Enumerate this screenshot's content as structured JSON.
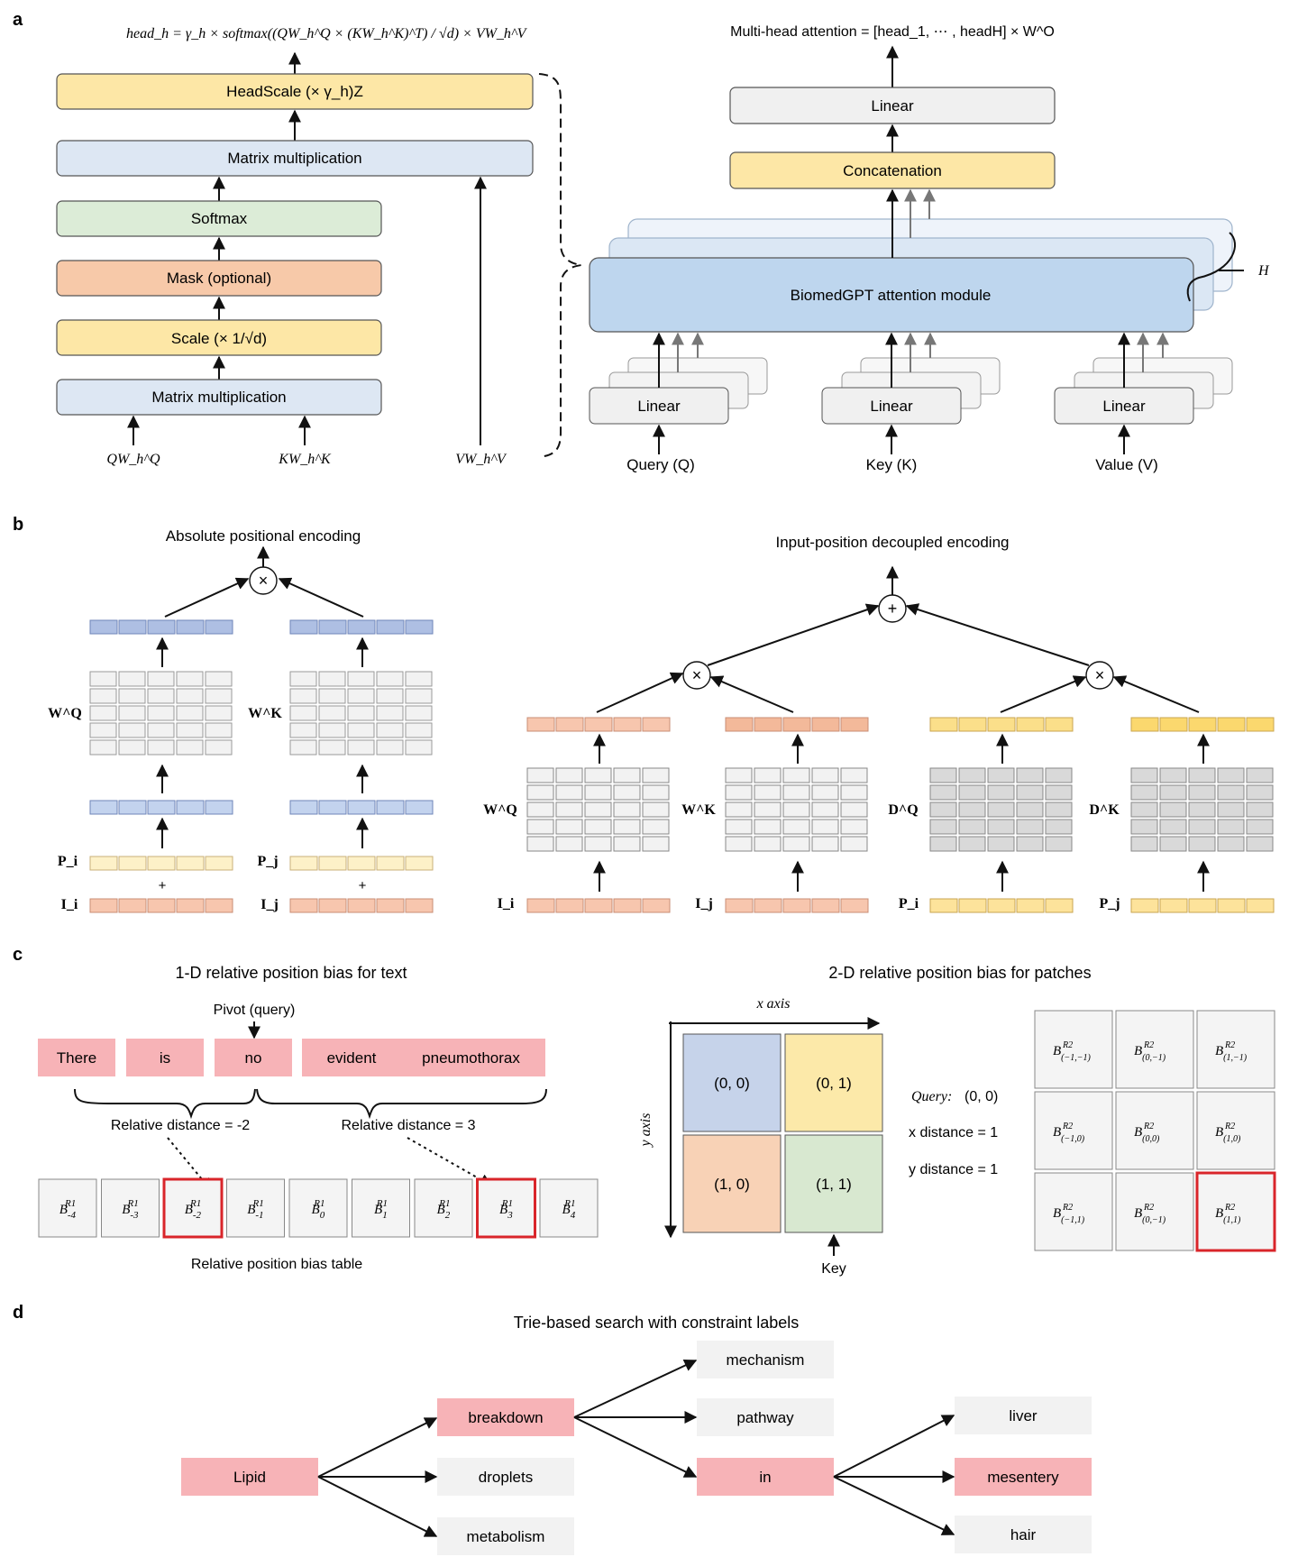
{
  "panels": {
    "a": "a",
    "b": "b",
    "c": "c",
    "d": "d"
  },
  "colors": {
    "yellow": "#fde7a6",
    "blue_light": "#dde7f3",
    "green": "#dcecd7",
    "salmon": "#f7c9a9",
    "gray_box": "#f0f0f0",
    "attn_blue": "#bed6ee",
    "pink": "#f7b3b7",
    "red_highlight": "#d9252a",
    "vec_blue": "#aebfe3",
    "vec_pale_yellow": "#fdf1c8",
    "vec_salmon": "#f7c6ae",
    "vec_yellow": "#fbdf8a",
    "quad_blue": "#c6d3ea",
    "quad_yellow": "#fce9a9",
    "quad_salmon": "#f8d2b6",
    "quad_green": "#d8e8d0"
  },
  "a": {
    "formula_head": "head_h = γ_h × softmax((QW_h^Q × (KW_h^K)^T) / √d) × VW_h^V",
    "headscale": "HeadScale (× γ_h)Z",
    "matmul_top": "Matrix multiplication",
    "softmax": "Softmax",
    "mask": "Mask (optional)",
    "scale": "Scale (× 1/√d)",
    "matmul_bottom": "Matrix multiplication",
    "input_q": "QW_h^Q",
    "input_k": "KW_h^K",
    "input_v": "VW_h^V",
    "mha_formula": "Multi-head attention = [head_1, ⋯ , headH] × W^O",
    "linear_top": "Linear",
    "concatenation": "Concatenation",
    "attention_module": "BiomedGPT attention module",
    "h_label": "H",
    "linear_q": "Linear",
    "linear_k": "Linear",
    "linear_v": "Linear",
    "query": "Query (Q)",
    "key": "Key (K)",
    "value": "Value (V)"
  },
  "b": {
    "abs_title": "Absolute positional encoding",
    "dec_title": "Input-position decoupled encoding",
    "times": "×",
    "plus": "+",
    "wq": "W^Q",
    "wk": "W^K",
    "dq": "D^Q",
    "dk": "D^K",
    "pi": "P_i",
    "pj": "P_j",
    "ii": "I_i",
    "ij": "I_j",
    "plus_small": "+"
  },
  "c": {
    "title_1d": "1-D relative position bias for text",
    "title_2d": "2-D relative position bias for patches",
    "pivot": "Pivot (query)",
    "tokens": [
      "There",
      "is",
      "no",
      "evident",
      "pneumothorax"
    ],
    "rel_dist_left": "Relative distance = -2",
    "rel_dist_right": "Relative distance = 3",
    "bias_table": [
      "-4",
      "-3",
      "-2",
      "-1",
      "0",
      "1",
      "2",
      "3",
      "4"
    ],
    "bias_table_caption": "Relative position bias table",
    "x_axis": "x axis",
    "y_axis": "y axis",
    "quadrants": [
      "(0, 0)",
      "(0, 1)",
      "(1, 0)",
      "(1, 1)"
    ],
    "key_label": "Key",
    "query_label": "Query:",
    "query_value": "(0, 0)",
    "x_distance": "x distance = 1",
    "y_distance": "y distance = 1",
    "grid_2d": [
      "(−1,−1)",
      "(0,−1)",
      "(1,−1)",
      "(−1,0)",
      "(0,0)",
      "(1,0)",
      "(−1,1)",
      "(0,−1)",
      "(1,1)"
    ]
  },
  "d": {
    "title": "Trie-based search with constraint labels",
    "lipid": "Lipid",
    "breakdown": "breakdown",
    "droplets": "droplets",
    "metabolism": "metabolism",
    "mechanism": "mechanism",
    "pathway": "pathway",
    "in": "in",
    "liver": "liver",
    "mesentery": "mesentery",
    "hair": "hair"
  }
}
